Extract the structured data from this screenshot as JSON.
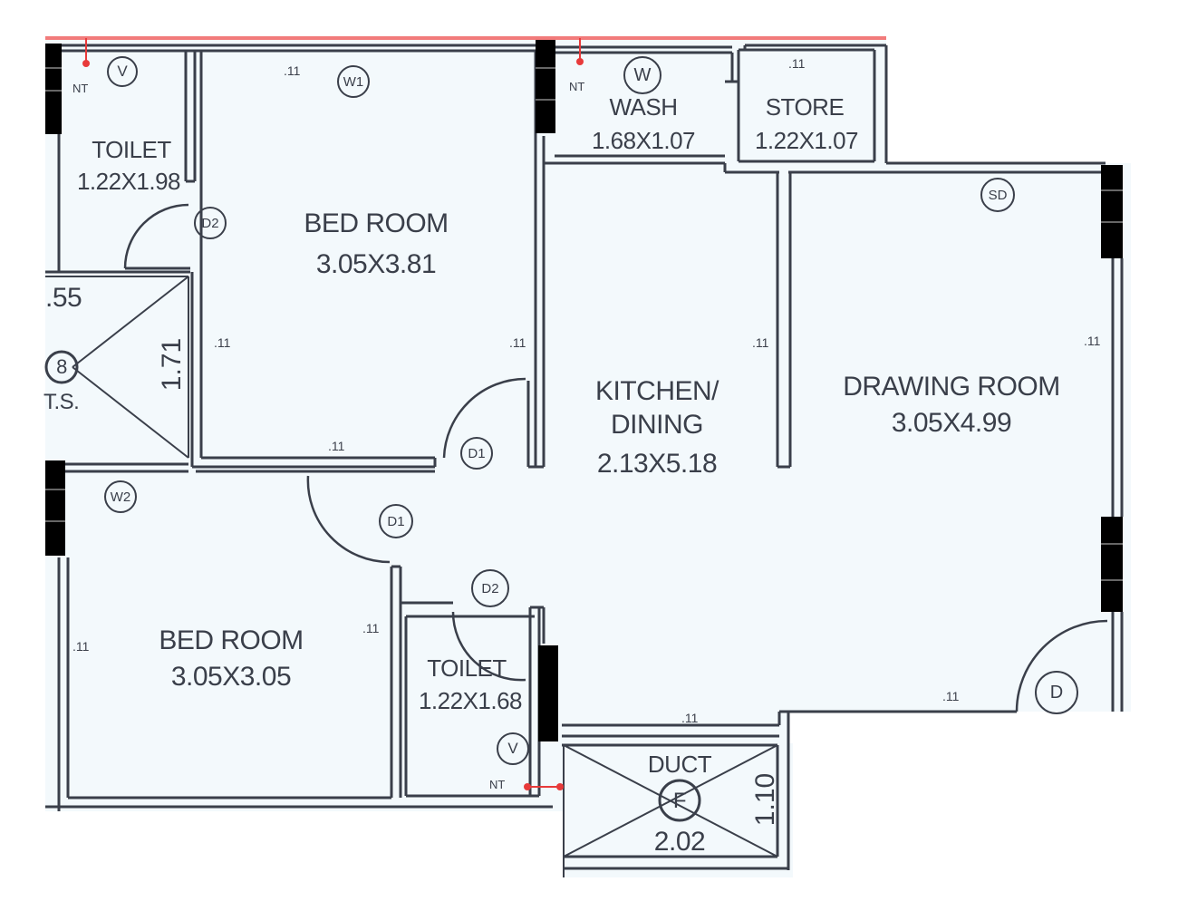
{
  "plan": {
    "background_color": "#f3f9fc",
    "wall_color": "#3a3f4a",
    "window_color": "#000000",
    "boundary_color": "#f27b7b",
    "marker_color": "#e83a3a"
  },
  "rooms": {
    "toilet_1": {
      "name": "TOILET",
      "dims": "1.22X1.98"
    },
    "bed_room_1": {
      "name": "BED ROOM",
      "dims": "3.05X3.81"
    },
    "wash": {
      "name": "WASH",
      "dims": "1.68X1.07"
    },
    "store": {
      "name": "STORE",
      "dims": "1.22X1.07"
    },
    "kitchen_dining": {
      "name_line1": "KITCHEN/",
      "name_line2": "DINING",
      "dims": "2.13X5.18"
    },
    "drawing_room": {
      "name": "DRAWING ROOM",
      "dims": "3.05X4.99"
    },
    "bed_room_2": {
      "name": "BED ROOM",
      "dims": "3.05X3.05"
    },
    "toilet_2": {
      "name": "TOILET",
      "dims": "1.22X1.68"
    },
    "duct": {
      "name": "DUCT",
      "width": "2.02",
      "depth": "1.10",
      "symbol": "F"
    },
    "shaft": {
      "label": "T.S.",
      "width_partial": ".55",
      "depth": "1.71",
      "symbol": "8"
    }
  },
  "tags": {
    "v_top": "V",
    "w1": "W1",
    "w_wash": "W",
    "d2_top": "D2",
    "sd": "SD",
    "d1_bed1": "D1",
    "d1_bed2": "D1",
    "w2": "W2",
    "d2_bottom": "D2",
    "v_bottom": "V",
    "d_main": "D"
  },
  "annotations": {
    "nt": "NT",
    "wall_thickness": ".11"
  }
}
